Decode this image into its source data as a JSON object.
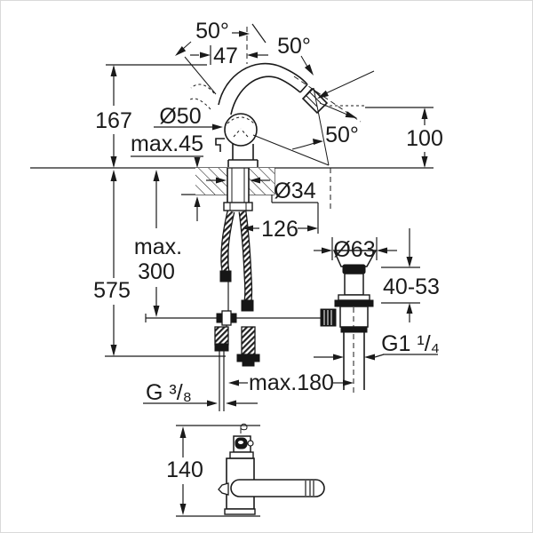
{
  "drawing": {
    "type": "technical-dimension-diagram",
    "subject": "bidet single-lever mixer with pop-up waste, front installation view and side view",
    "line_color": "#1a1a1a",
    "background_color": "#ffffff"
  },
  "dimensions": {
    "swivel_angle": "50°",
    "spout_angle": "50°",
    "outlet_angle": "50°",
    "spout_offset": "47",
    "spout_height": "167",
    "handle_diameter": "Ø50",
    "deck_thickness_max": "max.45",
    "outlet_height": "100",
    "hole_diameter": "Ø34",
    "projection": "126",
    "rod_length_max_line1": "max.",
    "rod_length_max_line2": "300",
    "hose_length": "575",
    "waste_flange_diameter": "Ø63",
    "waste_adjust_range": "40-53",
    "waste_thread": "G1 ¹/₄",
    "supply_thread": "G ³/₈",
    "spacing_max": "max.180",
    "side_view_height": "140"
  }
}
